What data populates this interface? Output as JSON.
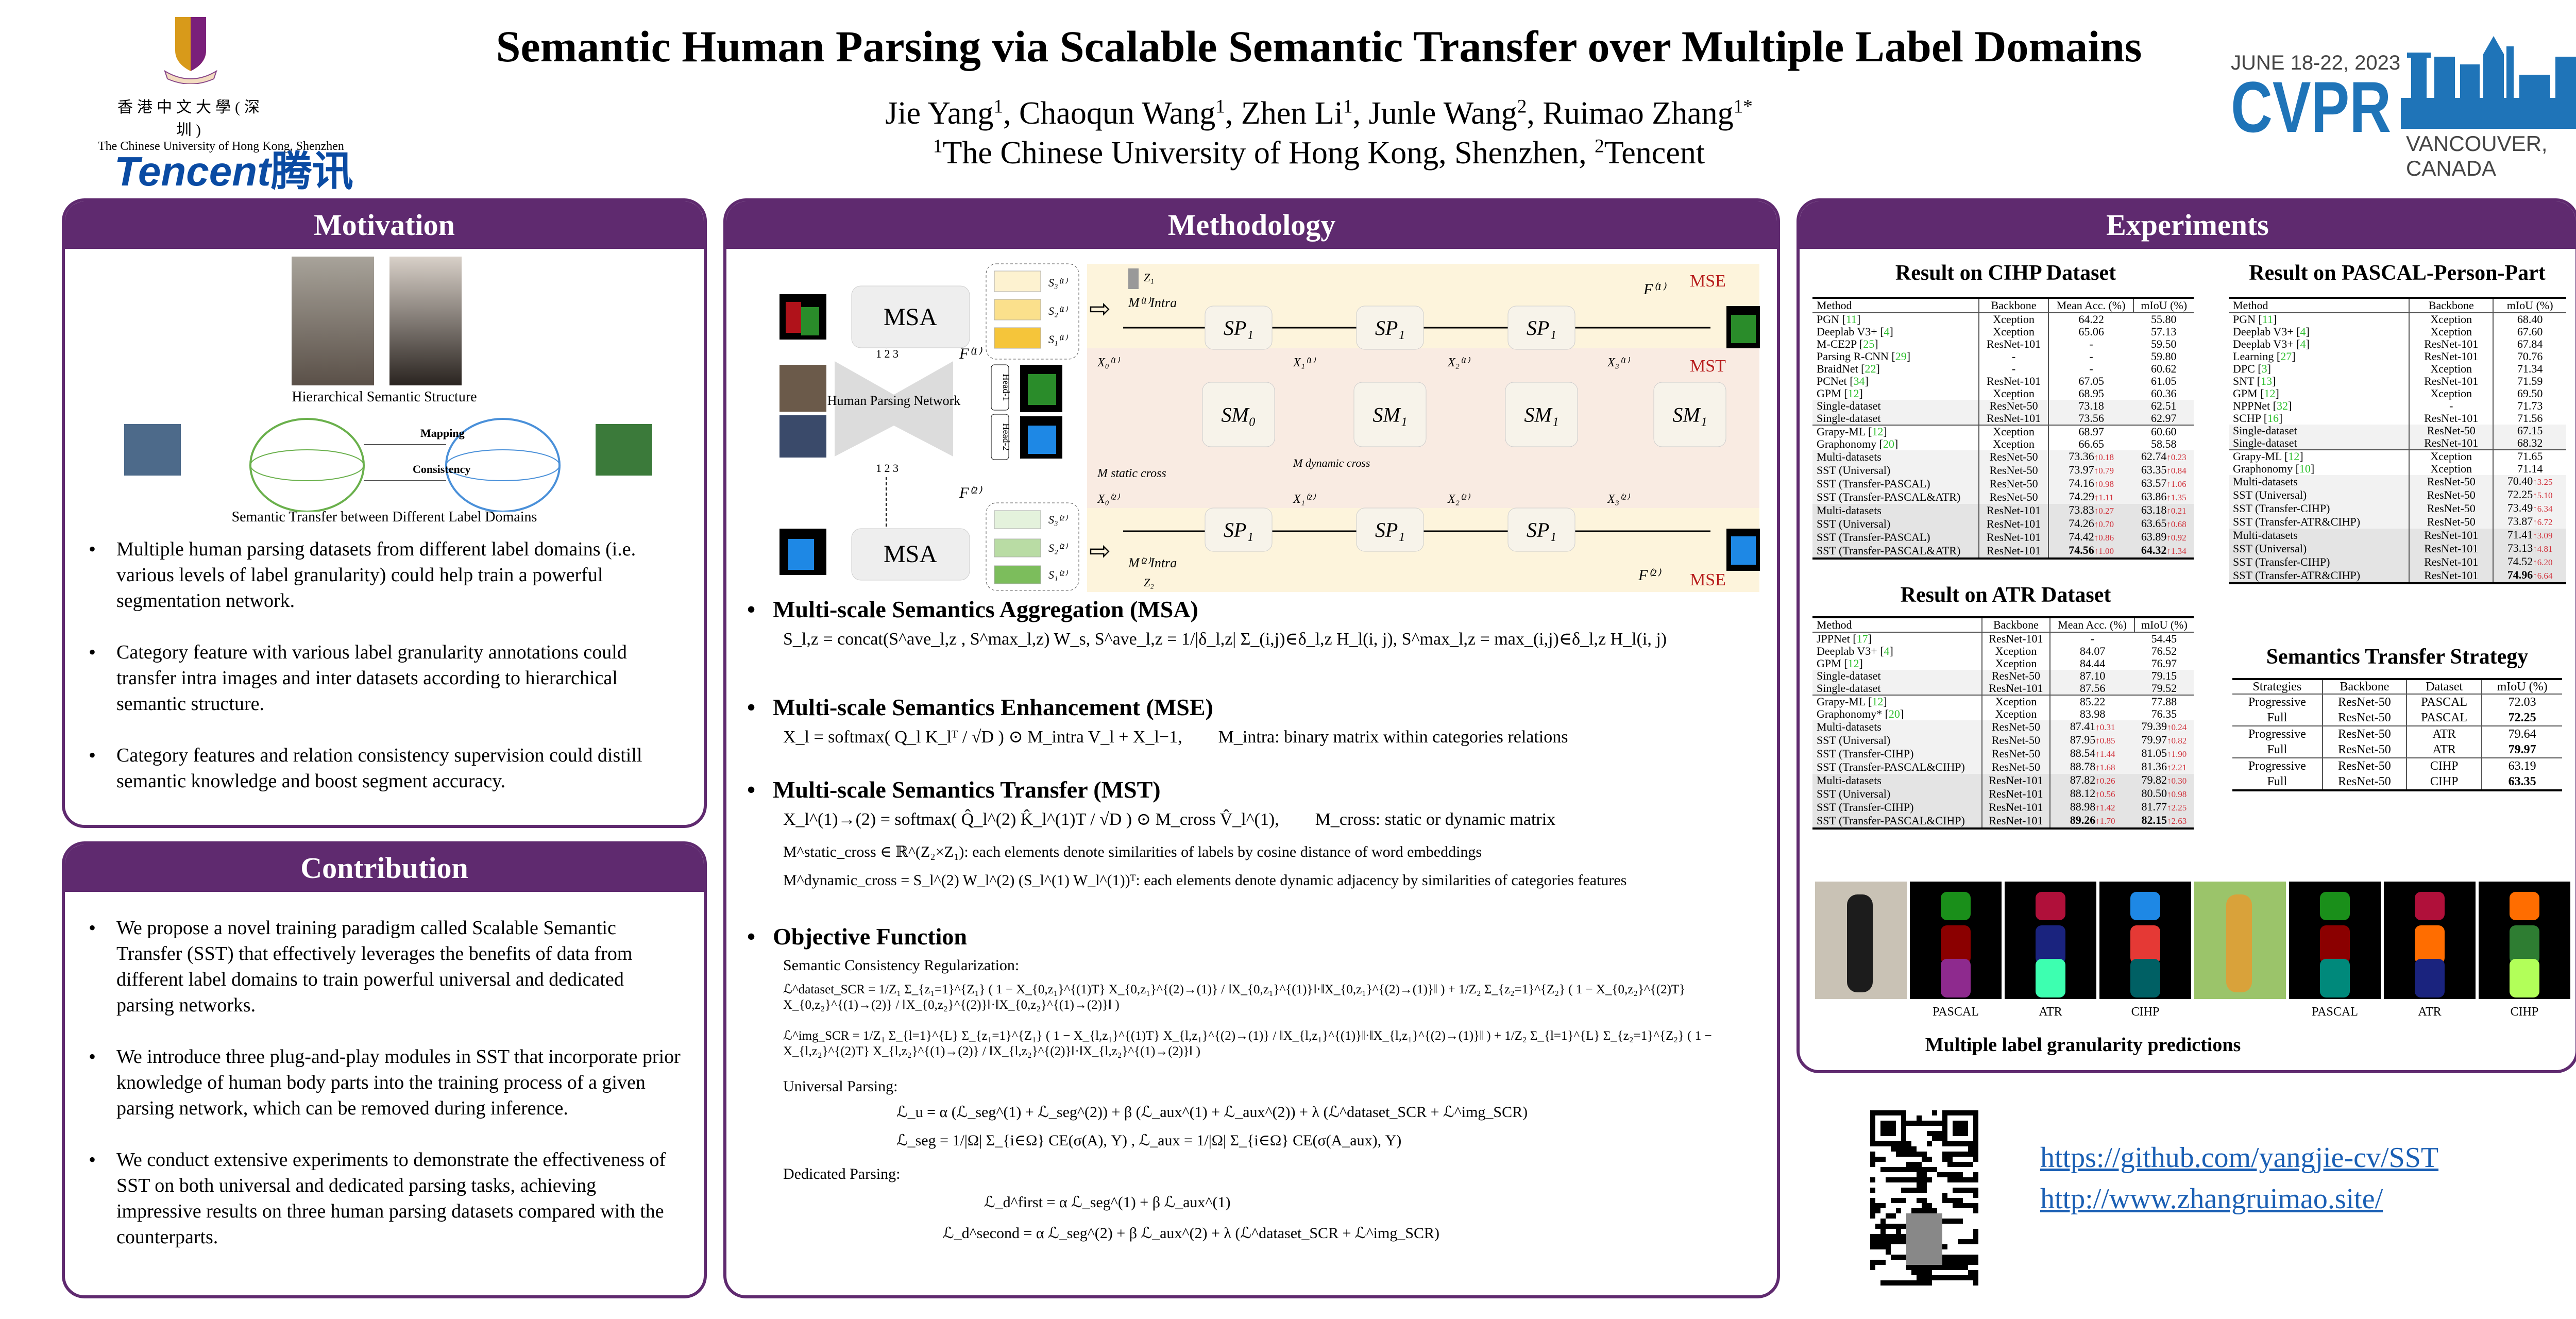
{
  "header": {
    "title": "Semantic Human Parsing via Scalable Semantic Transfer over Multiple Label Domains",
    "authors": [
      {
        "name": "Jie Yang",
        "sup": "1"
      },
      {
        "name": "Chaoqun Wang",
        "sup": "1"
      },
      {
        "name": "Zhen Li",
        "sup": "1"
      },
      {
        "name": "Junle Wang",
        "sup": "2"
      },
      {
        "name": "Ruimao Zhang",
        "sup": "1*"
      }
    ],
    "affiliation_1_sup": "1",
    "affiliation_1": "The Chinese University of Hong Kong, Shenzhen, ",
    "affiliation_2_sup": "2",
    "affiliation_2": "Tencent",
    "cuhk_logo_cn": "香港中文大學(深圳)",
    "cuhk_logo_en": "The Chinese University of Hong Kong, Shenzhen",
    "tencent_logo": "Tencent",
    "tencent_logo_cn": "腾讯",
    "cvpr_dates": "JUNE 18-22, 2023",
    "cvpr_name": "CVPR",
    "cvpr_location": "VANCOUVER, CANADA"
  },
  "motivation": {
    "title": "Motivation",
    "fig_caption_1": "Hierarchical Semantic Structure",
    "fig_mapping": "Mapping",
    "fig_consistency": "Consistency",
    "fig_caption_2": "Semantic Transfer between Different Label Domains",
    "bullets": [
      "Multiple human parsing datasets from different label domains (i.e. various levels of label granularity) could help train a powerful segmentation network.",
      "Category feature with various label granularity annotations could transfer intra images and inter datasets according to hierarchical semantic structure.",
      "Category features and relation consistency supervision could distill semantic knowledge and boost segment accuracy."
    ]
  },
  "contribution": {
    "title": "Contribution",
    "bullets": [
      "We propose a novel training paradigm called Scalable Semantic Transfer (SST) that effectively leverages the benefits of data from different label domains to train powerful universal and dedicated parsing networks.",
      "We introduce three plug-and-play modules in SST that incorporate prior knowledge of human body parts into the training process of a given parsing network, which can be removed during inference.",
      "We conduct extensive experiments to demonstrate the effectiveness of SST on both universal and dedicated parsing tasks, achieving impressive results on three human parsing datasets compared with the counterparts."
    ]
  },
  "methodology": {
    "title": "Methodology",
    "diagram": {
      "msa": "MSA",
      "network": "Human Parsing Network",
      "sp": "SP₁",
      "sm0": "SM₀",
      "sm1": "SM₁",
      "mse": "MSE",
      "mst": "MST",
      "f1": "F⁽¹⁾",
      "f2": "F⁽²⁾",
      "head1": "Head-1",
      "head2": "Head-2",
      "s1_1": "S₁⁽¹⁾",
      "s2_1": "S₂⁽¹⁾",
      "s3_1": "S₃⁽¹⁾",
      "s1_2": "S₁⁽²⁾",
      "s2_2": "S₂⁽²⁾",
      "s3_2": "S₃⁽²⁾",
      "m_intra1": "M⁽¹⁾Intra",
      "m_intra2": "M⁽²⁾Intra",
      "z1": "Z₁",
      "z2": "Z₂",
      "m_static": "M static cross",
      "m_dynamic": "M dynamic cross",
      "x0_1": "X₀⁽¹⁾",
      "x1_1": "X₁⁽¹⁾",
      "x2_1": "X₂⁽¹⁾",
      "x3_1": "X₃⁽¹⁾",
      "x0_2": "X₀⁽²⁾",
      "x1_2": "X₁⁽²⁾",
      "x2_2": "X₂⁽²⁾",
      "x3_2": "X₃⁽²⁾",
      "scale_labels": "1 2 3"
    },
    "msa_title": "Multi-scale Semantics Aggregation (MSA)",
    "msa_eq": "S_l,z = concat(S^ave_l,z , S^max_l,z) W_s,     S^ave_l,z = 1/|δ_l,z| Σ_(i,j)∈δ_l,z H_l(i, j),     S^max_l,z = max_(i,j)∈δ_l,z H_l(i, j)",
    "mse_title": "Multi-scale Semantics Enhancement (MSE)",
    "mse_eq": "X_l = softmax( Q_l K_lᵀ / √D ) ⊙ M_intra V_l + X_l−1,",
    "mse_note": "M_intra: binary matrix within categories relations",
    "mst_title": "Multi-scale Semantics Transfer (MST)",
    "mst_eq": "X_l^(1)→(2) = softmax( Q̂_l^(2) K̂_l^(1)T / √D ) ⊙ M_cross V̂_l^(1),",
    "mst_note": "M_cross: static or dynamic matrix",
    "mst_static": "M^static_cross ∈ ℝ^(Z₂×Z₁): each elements denote similarities of labels by cosine distance of word embeddings",
    "mst_dynamic": "M^dynamic_cross = S_l^(2) W_l^(2) (S_l^(1) W_l^(1))ᵀ: each elements denote dynamic adjacency by similarities of categories features",
    "obj_title": "Objective Function",
    "obj_scr_label": "Semantic Consistency Regularization:",
    "obj_scr_dataset": "ℒ^dataset_SCR = 1/Z₁ Σ_{z₁=1}^{Z₁} ( 1 − X_{0,z₁}^{(1)T} X_{0,z₁}^{(2)→(1)} / ‖X_{0,z₁}^{(1)}‖·‖X_{0,z₁}^{(2)→(1)}‖ ) + 1/Z₂ Σ_{z₂=1}^{Z₂} ( 1 − X_{0,z₂}^{(2)T} X_{0,z₂}^{(1)→(2)} / ‖X_{0,z₂}^{(2)}‖·‖X_{0,z₂}^{(1)→(2)}‖ )",
    "obj_scr_img": "ℒ^img_SCR = 1/Z₁ Σ_{l=1}^{L} Σ_{z₁=1}^{Z₁} ( 1 − X_{l,z₁}^{(1)T} X_{l,z₁}^{(2)→(1)} / ‖X_{l,z₁}^{(1)}‖·‖X_{l,z₁}^{(2)→(1)}‖ ) + 1/Z₂ Σ_{l=1}^{L} Σ_{z₂=1}^{Z₂} ( 1 − X_{l,z₂}^{(2)T} X_{l,z₂}^{(1)→(2)} / ‖X_{l,z₂}^{(2)}‖·‖X_{l,z₂}^{(1)→(2)}‖ )",
    "obj_univ_label": "Universal Parsing:",
    "obj_univ_1": "ℒ_u = α (ℒ_seg^(1) + ℒ_seg^(2)) + β (ℒ_aux^(1) + ℒ_aux^(2)) + λ (ℒ^dataset_SCR + ℒ^img_SCR)",
    "obj_univ_2": "ℒ_seg = 1/|Ω| Σ_{i∈Ω} CE(σ(A), Y) ,  ℒ_aux = 1/|Ω| Σ_{i∈Ω} CE(σ(A_aux), Y)",
    "obj_ded_label": "Dedicated Parsing:",
    "obj_ded_1": "ℒ_d^first = α ℒ_seg^(1) + β ℒ_aux^(1)",
    "obj_ded_2": "ℒ_d^second = α ℒ_seg^(2) + β ℒ_aux^(2) + λ (ℒ^dataset_SCR + ℒ^img_SCR)"
  },
  "experiments": {
    "title": "Experiments",
    "cihp": {
      "title": "Result on CIHP Dataset",
      "headers": [
        "Method",
        "Backbone",
        "Mean Acc. (%)",
        "mIoU (%)"
      ],
      "rows": [
        {
          "m": "PGN",
          "r": "11",
          "bb": "Xception",
          "acc": "64.22",
          "miou": "55.80"
        },
        {
          "m": "Deeplab V3+",
          "r": "4",
          "bb": "Xception",
          "acc": "65.06",
          "miou": "57.13"
        },
        {
          "m": "M-CE2P",
          "r": "25",
          "bb": "ResNet-101",
          "acc": "-",
          "miou": "59.50"
        },
        {
          "m": "Parsing R-CNN",
          "r": "29",
          "bb": "-",
          "acc": "-",
          "miou": "59.80"
        },
        {
          "m": "BraidNet",
          "r": "22",
          "bb": "-",
          "acc": "-",
          "miou": "60.62"
        },
        {
          "m": "PCNet",
          "r": "34",
          "bb": "ResNet-101",
          "acc": "67.05",
          "miou": "61.05"
        },
        {
          "m": "GPM",
          "r": "12",
          "bb": "Xception",
          "acc": "68.95",
          "miou": "60.36"
        },
        {
          "m": "Single-dataset",
          "bb": "ResNet-50",
          "acc": "73.18",
          "miou": "62.51",
          "shade": 1
        },
        {
          "m": "Single-dataset",
          "bb": "ResNet-101",
          "acc": "73.56",
          "miou": "62.97",
          "shade": 1
        },
        {
          "m": "Grapy-ML",
          "r": "12",
          "bb": "Xception",
          "acc": "68.97",
          "miou": "60.60",
          "sep": 1
        },
        {
          "m": "Graphonomy",
          "r": "20",
          "bb": "Xception",
          "acc": "66.65",
          "miou": "58.58"
        },
        {
          "m": "Multi-datasets",
          "bb": "ResNet-50",
          "acc": "73.36",
          "accd": "0.18",
          "miou": "62.74",
          "mioud": "0.23",
          "shade": 1
        },
        {
          "m": "SST (Universal)",
          "bb": "ResNet-50",
          "acc": "73.97",
          "accd": "0.79",
          "miou": "63.35",
          "mioud": "0.84",
          "shade": 1
        },
        {
          "m": "SST (Transfer-PASCAL)",
          "bb": "ResNet-50",
          "acc": "74.16",
          "accd": "0.98",
          "miou": "63.57",
          "mioud": "1.06",
          "shade": 1
        },
        {
          "m": "SST (Transfer-PASCAL&ATR)",
          "bb": "ResNet-50",
          "acc": "74.29",
          "accd": "1.11",
          "miou": "63.86",
          "mioud": "1.35",
          "shade": 1
        },
        {
          "m": "Multi-datasets",
          "bb": "ResNet-101",
          "acc": "73.83",
          "accd": "0.27",
          "miou": "63.18",
          "mioud": "0.21",
          "shade": 2
        },
        {
          "m": "SST (Universal)",
          "bb": "ResNet-101",
          "acc": "74.26",
          "accd": "0.70",
          "miou": "63.65",
          "mioud": "0.68",
          "shade": 2
        },
        {
          "m": "SST (Transfer-PASCAL)",
          "bb": "ResNet-101",
          "acc": "74.42",
          "accd": "0.86",
          "miou": "63.89",
          "mioud": "0.92",
          "shade": 2
        },
        {
          "m": "SST (Transfer-PASCAL&ATR)",
          "bb": "ResNet-101",
          "acc": "74.56",
          "accd": "1.00",
          "miou": "64.32",
          "mioud": "1.34",
          "shade": 2,
          "bold": 1
        }
      ]
    },
    "atr": {
      "title": "Result on ATR Dataset",
      "headers": [
        "Method",
        "Backbone",
        "Mean Acc. (%)",
        "mIoU (%)"
      ],
      "rows": [
        {
          "m": "JPPNet",
          "r": "17",
          "bb": "ResNet-101",
          "acc": "-",
          "miou": "54.45"
        },
        {
          "m": "Deeplab V3+",
          "r": "4",
          "bb": "Xception",
          "acc": "84.07",
          "miou": "76.52"
        },
        {
          "m": "GPM",
          "r": "12",
          "bb": "Xception",
          "acc": "84.44",
          "miou": "76.97"
        },
        {
          "m": "Single-dataset",
          "bb": "ResNet-50",
          "acc": "87.10",
          "miou": "79.15",
          "shade": 1
        },
        {
          "m": "Single-dataset",
          "bb": "ResNet-101",
          "acc": "87.56",
          "miou": "79.52",
          "shade": 1
        },
        {
          "m": "Grapy-ML",
          "r": "12",
          "bb": "Xception",
          "acc": "85.22",
          "miou": "77.88",
          "sep": 1
        },
        {
          "m": "Graphonomy*",
          "r": "20",
          "bb": "Xception",
          "acc": "83.98",
          "miou": "76.35"
        },
        {
          "m": "Multi-datasets",
          "bb": "ResNet-50",
          "acc": "87.41",
          "accd": "0.31",
          "miou": "79.39",
          "mioud": "0.24",
          "shade": 1
        },
        {
          "m": "SST (Universal)",
          "bb": "ResNet-50",
          "acc": "87.95",
          "accd": "0.85",
          "miou": "79.97",
          "mioud": "0.82",
          "shade": 1
        },
        {
          "m": "SST (Transfer-CIHP)",
          "bb": "ResNet-50",
          "acc": "88.54",
          "accd": "1.44",
          "miou": "81.05",
          "mioud": "1.90",
          "shade": 1
        },
        {
          "m": "SST (Transfer-PASCAL&CIHP)",
          "bb": "ResNet-50",
          "acc": "88.78",
          "accd": "1.68",
          "miou": "81.36",
          "mioud": "2.21",
          "shade": 1
        },
        {
          "m": "Multi-datasets",
          "bb": "ResNet-101",
          "acc": "87.82",
          "accd": "0.26",
          "miou": "79.82",
          "mioud": "0.30",
          "shade": 2
        },
        {
          "m": "SST (Universal)",
          "bb": "ResNet-101",
          "acc": "88.12",
          "accd": "0.56",
          "miou": "80.50",
          "mioud": "0.98",
          "shade": 2
        },
        {
          "m": "SST (Transfer-CIHP)",
          "bb": "ResNet-101",
          "acc": "88.98",
          "accd": "1.42",
          "miou": "81.77",
          "mioud": "2.25",
          "shade": 2
        },
        {
          "m": "SST (Transfer-PASCAL&CIHP)",
          "bb": "ResNet-101",
          "acc": "89.26",
          "accd": "1.70",
          "miou": "82.15",
          "mioud": "2.63",
          "shade": 2,
          "bold": 1
        }
      ]
    },
    "pascal": {
      "title": "Result on PASCAL-Person-Part",
      "headers": [
        "Method",
        "Backbone",
        "mIoU (%)"
      ],
      "rows": [
        {
          "m": "PGN",
          "r": "11",
          "bb": "Xception",
          "miou": "68.40"
        },
        {
          "m": "Deeplab V3+",
          "r": "4",
          "bb": "Xception",
          "miou": "67.60"
        },
        {
          "m": "Deeplab V3+",
          "r": "4",
          "bb": "ResNet-101",
          "miou": "67.84"
        },
        {
          "m": "Learning",
          "r": "27",
          "bb": "ResNet-101",
          "miou": "70.76"
        },
        {
          "m": "DPC",
          "r": "3",
          "bb": "Xception",
          "miou": "71.34"
        },
        {
          "m": "SNT",
          "r": "13",
          "bb": "ResNet-101",
          "miou": "71.59"
        },
        {
          "m": "GPM",
          "r": "12",
          "bb": "Xception",
          "miou": "69.50"
        },
        {
          "m": "NPPNet",
          "r": "32",
          "bb": "-",
          "miou": "71.73"
        },
        {
          "m": "SCHP",
          "r": "16",
          "bb": "ResNet-101",
          "miou": "71.56"
        },
        {
          "m": "Single-dataset",
          "bb": "ResNet-50",
          "miou": "67.15",
          "shade": 1
        },
        {
          "m": "Single-dataset",
          "bb": "ResNet-101",
          "miou": "68.32",
          "shade": 1
        },
        {
          "m": "Grapy-ML",
          "r": "12",
          "bb": "Xception",
          "miou": "71.65",
          "sep": 1
        },
        {
          "m": "Graphonomy",
          "r": "10",
          "bb": "Xception",
          "miou": "71.14"
        },
        {
          "m": "Multi-datasets",
          "bb": "ResNet-50",
          "miou": "70.40",
          "mioud": "3.25",
          "shade": 1
        },
        {
          "m": "SST (Universal)",
          "bb": "ResNet-50",
          "miou": "72.25",
          "mioud": "5.10",
          "shade": 1
        },
        {
          "m": "SST (Transfer-CIHP)",
          "bb": "ResNet-50",
          "miou": "73.49",
          "mioud": "6.34",
          "shade": 1
        },
        {
          "m": "SST (Transfer-ATR&CIHP)",
          "bb": "ResNet-50",
          "miou": "73.87",
          "mioud": "6.72",
          "shade": 1
        },
        {
          "m": "Multi-datasets",
          "bb": "ResNet-101",
          "miou": "71.41",
          "mioud": "3.09",
          "shade": 2
        },
        {
          "m": "SST (Universal)",
          "bb": "ResNet-101",
          "miou": "73.13",
          "mioud": "4.81",
          "shade": 2
        },
        {
          "m": "SST (Transfer-CIHP)",
          "bb": "ResNet-101",
          "miou": "74.52",
          "mioud": "6.20",
          "shade": 2
        },
        {
          "m": "SST (Transfer-ATR&CIHP)",
          "bb": "ResNet-101",
          "miou": "74.96",
          "mioud": "6.64",
          "shade": 2,
          "bold": 1
        }
      ]
    },
    "strategy": {
      "title": "Semantics Transfer Strategy",
      "headers": [
        "Strategies",
        "Backbone",
        "Dataset",
        "mIoU (%)"
      ],
      "rows": [
        [
          "Progressive",
          "ResNet-50",
          "PASCAL",
          "72.03",
          0
        ],
        [
          "Full",
          "ResNet-50",
          "PASCAL",
          "72.25",
          1
        ],
        [
          "Progressive",
          "ResNet-50",
          "ATR",
          "79.64",
          0
        ],
        [
          "Full",
          "ResNet-50",
          "ATR",
          "79.97",
          1
        ],
        [
          "Progressive",
          "ResNet-50",
          "CIHP",
          "63.19",
          0
        ],
        [
          "Full",
          "ResNet-50",
          "CIHP",
          "63.35",
          1
        ]
      ]
    },
    "pred_labels": [
      "PASCAL",
      "ATR",
      "CIHP",
      "PASCAL",
      "ATR",
      "CIHP"
    ],
    "pred_caption": "Multiple label granularity predictions"
  },
  "links": {
    "github": "https://github.com/yangjie-cv/SST",
    "homepage": "http://www.zhangruimao.site/"
  },
  "colors": {
    "purple": "#5f2a6f",
    "link": "#1a5fb4",
    "cvpr_blue": "#1f74b8",
    "tencent_blue": "#0a4ba3",
    "delta_red": "#d0303a"
  }
}
